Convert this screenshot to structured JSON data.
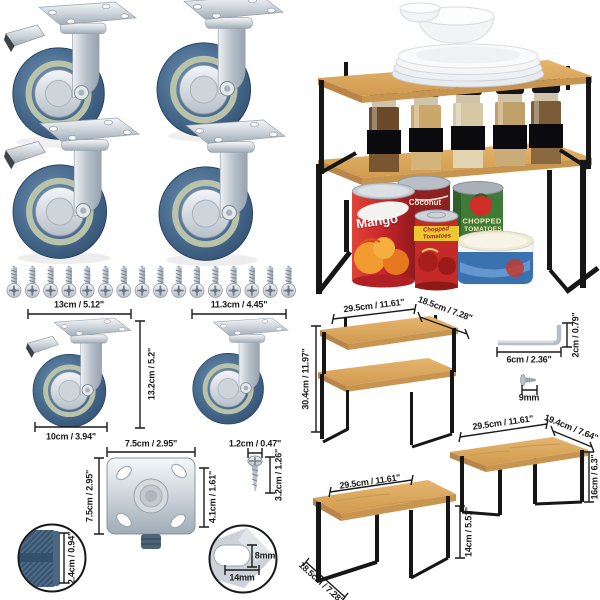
{
  "colors": {
    "background": "#ffffff",
    "dimension_line": "#1a1a1a",
    "bamboo": "#dcab62",
    "frame_black": "#161616",
    "wheel_blue": "#44678a",
    "wheel_ring_sage": "#b9c3a9",
    "metal_silver": "#c6cdd4"
  },
  "casters_photo": {
    "screw_count": 16
  },
  "shelf_photo": {
    "can_mango": "Mango",
    "can_coconut": "Coconut",
    "can_chopped_line1": "Chopped",
    "can_chopped_line2": "Tomatoes",
    "can_green_line1": "CHOPPED",
    "can_green_line2": "TOMATOES"
  },
  "caster_diagram": {
    "brake_width": "13cm / 5.12\"",
    "plain_width": "11.3cm / 4.45\"",
    "height": "13.2cm / 5.2\"",
    "wheel_diameter": "10cm / 3.94\""
  },
  "plate_diagram": {
    "width": "7.5cm / 2.95\"",
    "depth": "7.5cm / 2.95\"",
    "swivel_height": "4.1cm / 1.61\""
  },
  "screw_diagram": {
    "head_diameter": "1.2cm / 0.47\"",
    "length": "3.2cm / 1.26\""
  },
  "tread_detail": {
    "width": "2.4cm / 0.94\""
  },
  "hole_detail": {
    "hole_height": "8mm",
    "slot_width": "14mm"
  },
  "stacked_shelf_diagram": {
    "width": "29.5cm / 11.61\"",
    "depth": "18.5cm / 7.28\"",
    "height": "30.4cm / 11.97\""
  },
  "allen_key_diagram": {
    "length": "6cm / 2.36\"",
    "height": "2cm / 0.79\""
  },
  "shelf_screw_diagram": {
    "length": "9mm"
  },
  "tall_shelf_diagram": {
    "width": "29.5cm / 11.61\"",
    "depth": "19.4cm / 7.64\"",
    "height": "16cm / 6.3\""
  },
  "short_shelf_diagram": {
    "width": "29.5cm / 11.61\"",
    "height": "14cm / 5.51\"",
    "depth": "18.5cm / 7.28\""
  }
}
